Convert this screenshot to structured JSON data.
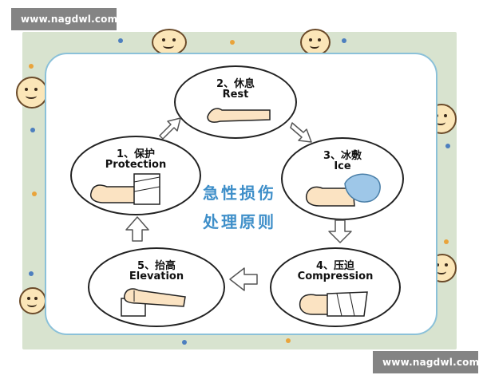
{
  "watermark": {
    "top": "www.nagdwl.com",
    "bottom": "www.nagdwl.com"
  },
  "center": {
    "line1": "急性损伤",
    "line2": "处理原则"
  },
  "colors": {
    "center_text": "#3f8fc9",
    "panel_border": "#8bc1d9",
    "frame": "#d8e3cf",
    "ice": "#9ec7e8"
  },
  "steps": [
    {
      "zh": "1、保护",
      "en": "Protection",
      "icon": "bandaged-foot-icon"
    },
    {
      "zh": "2、休息",
      "en": "Rest",
      "icon": "resting-leg-icon"
    },
    {
      "zh": "3、冰敷",
      "en": "Ice",
      "icon": "ice-pack-foot-icon"
    },
    {
      "zh": "4、压迫",
      "en": "Compression",
      "icon": "compression-wrap-foot-icon"
    },
    {
      "zh": "5、抬高",
      "en": "Elevation",
      "icon": "elevated-leg-icon"
    }
  ],
  "arrows": [
    "arrow-1-to-2",
    "arrow-2-to-3",
    "arrow-3-to-4",
    "arrow-4-to-5",
    "arrow-5-to-1"
  ]
}
